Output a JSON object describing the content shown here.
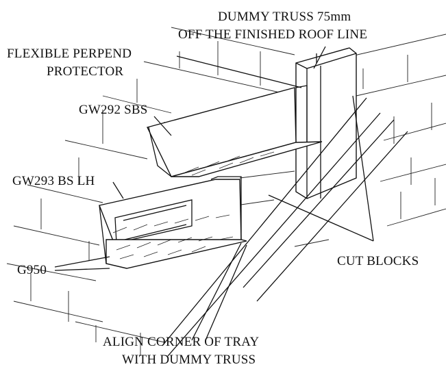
{
  "labels": {
    "dummy_truss_1": "DUMMY TRUSS 75mm",
    "dummy_truss_2": "OFF THE FINISHED ROOF LINE",
    "perpend_1": "FLEXIBLE PERPEND",
    "perpend_2": "PROTECTOR",
    "sbs": "GW292 SBS",
    "bs_lh": "GW293 BS LH",
    "g950": "G950",
    "cut_blocks": "CUT BLOCKS",
    "align_1": "ALIGN CORNER OF TRAY",
    "align_2": "WITH DUMMY TRUSS"
  }
}
